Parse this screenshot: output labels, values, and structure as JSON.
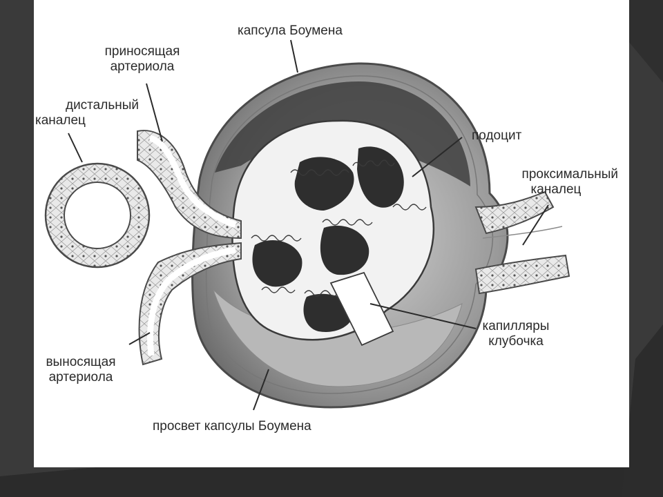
{
  "labels": {
    "bowman_capsule": "капсула Боумена",
    "afferent_line1": "приносящая",
    "afferent_line2": "артериола",
    "distal_line1": "дистальный",
    "distal_line2": "каналец",
    "podocyte": "подоцит",
    "proximal_line1": "проксимальный",
    "proximal_line2": "каналец",
    "capillaries_line1": "капилляры",
    "capillaries_line2": "клубочка",
    "efferent_line1": "выносящая",
    "efferent_line2": "артериола",
    "capsule_lumen": "просвет капсулы Боумена"
  },
  "colors": {
    "slide_background": "#3a3a3a",
    "panel": "#ffffff",
    "ink": "#2a2a2a"
  }
}
